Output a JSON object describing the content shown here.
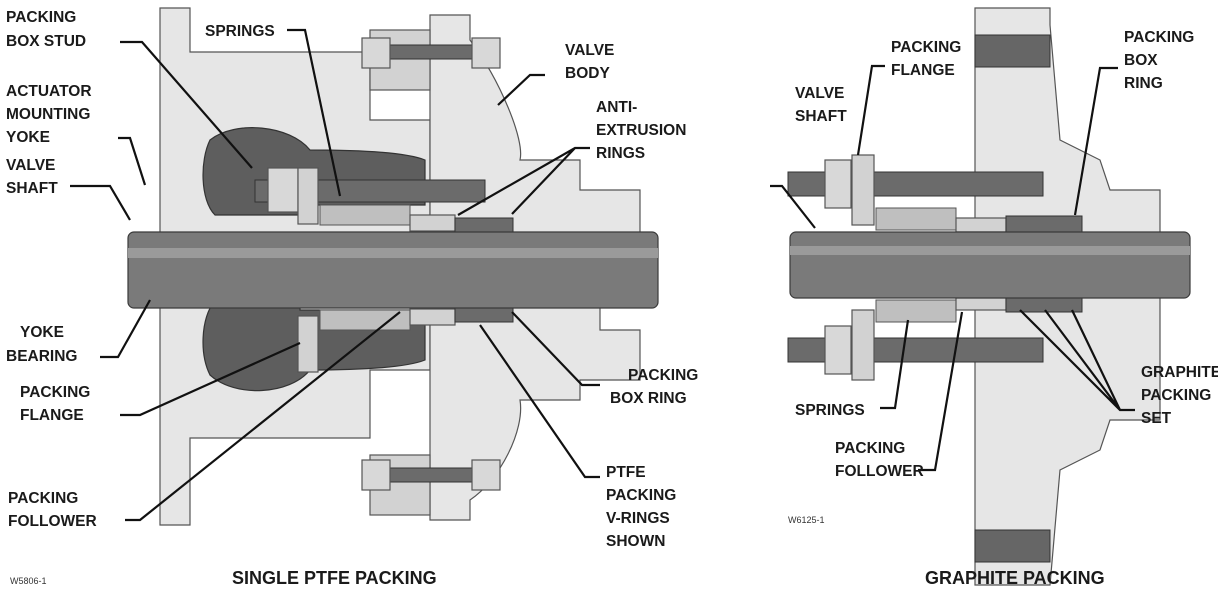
{
  "left_diagram": {
    "caption": "SINGLE PTFE PACKING",
    "code": "W5806-1",
    "labels": {
      "packing_box_stud": [
        "PACKING",
        "BOX STUD"
      ],
      "springs": "SPRINGS",
      "valve_body": [
        "VALVE",
        "BODY"
      ],
      "actuator_mounting_yoke": [
        "ACTUATOR",
        "MOUNTING",
        "YOKE"
      ],
      "anti_extrusion_rings": [
        "ANTI-",
        "EXTRUSION",
        "RINGS"
      ],
      "valve_shaft": [
        "VALVE",
        "SHAFT"
      ],
      "yoke_bearing": [
        "YOKE",
        "BEARING"
      ],
      "packing_flange": [
        "PACKING",
        "FLANGE"
      ],
      "packing_box_ring": [
        "PACKING",
        "BOX RING"
      ],
      "packing_follower": [
        "PACKING",
        "FOLLOWER"
      ],
      "ptfe_packing": [
        "PTFE",
        "PACKING",
        "V-RINGS",
        "SHOWN"
      ]
    }
  },
  "right_diagram": {
    "caption": "GRAPHITE PACKING",
    "code": "W6125-1",
    "labels": {
      "packing_flange": [
        "PACKING",
        "FLANGE"
      ],
      "packing_box_ring": [
        "PACKING",
        "BOX",
        "RING"
      ],
      "valve_shaft": [
        "VALVE",
        "SHAFT"
      ],
      "graphite_packing_set": [
        "GRAPHITE",
        "PACKING",
        "SET"
      ],
      "springs": "SPRINGS",
      "packing_follower": [
        "PACKING",
        "FOLLOWER"
      ]
    }
  }
}
